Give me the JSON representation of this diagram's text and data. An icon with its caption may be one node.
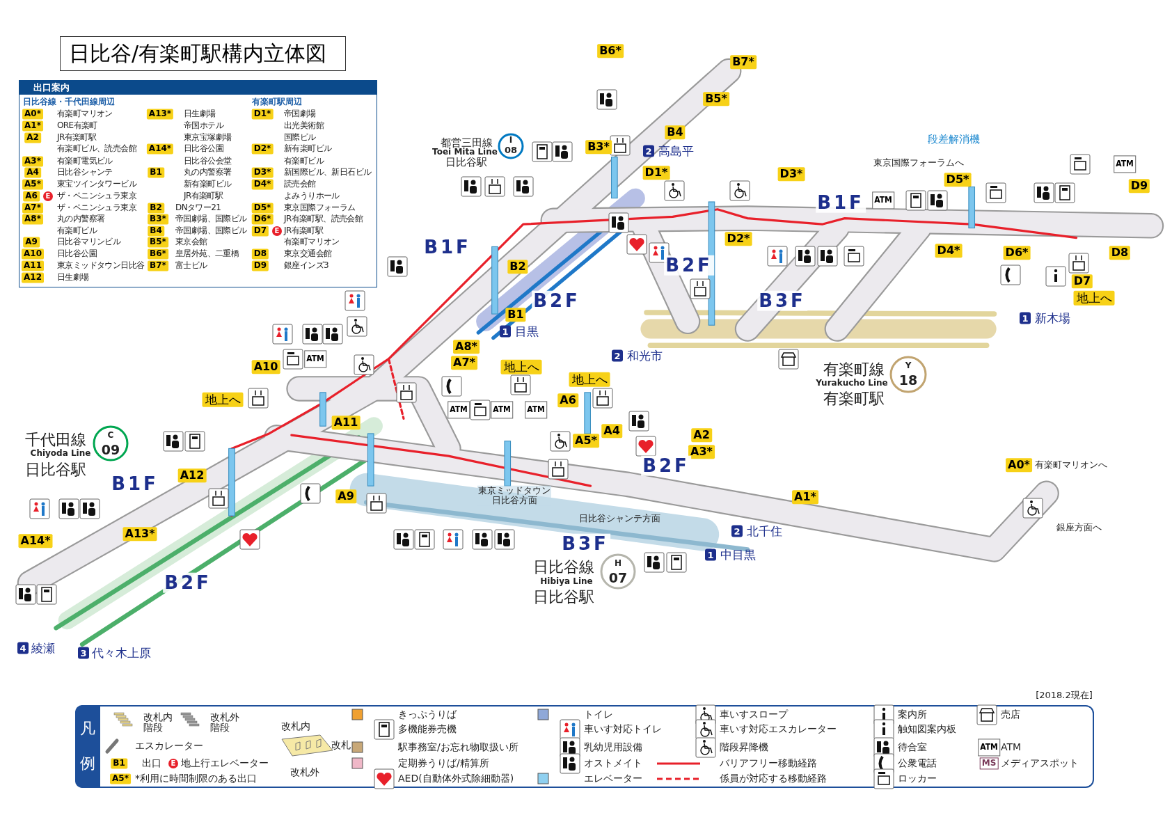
{
  "diagram": {
    "title": "日比谷/有楽町駅構内立体図",
    "labels": [
      "出口案内",
      "日比谷線・千代田線周辺",
      "有楽町駅周辺",
      "A0*",
      "有楽町マリオン",
      "A13*",
      "日生劇場",
      "D1*",
      "帝国劇場",
      "A1*",
      "ORE有楽町",
      "帝国ホテル",
      "出光美術館",
      "A2",
      "JR有楽町駅",
      "東京宝塚劇場",
      "国際ビル",
      "有楽町ビル、読売会館",
      "A14*",
      "日比谷公園",
      "D2*",
      "新有楽町ビル",
      "A3*",
      "有楽町電気ビル",
      "日比谷公会堂",
      "有楽町ビル",
      "A4",
      "日比谷シャンテ",
      "B1",
      "丸の内警察署",
      "D3*",
      "新国際ビル、新日石ビル",
      "A5*",
      "東宝ツインタワービル",
      "新有楽町ビル",
      "D4*",
      "読売会館",
      "A6",
      "E",
      "ザ・ペニンシュラ東京",
      "JR有楽町駅",
      "よみうりホール",
      "A7*",
      "ザ・ペニンシュラ東京",
      "B2",
      "DNタワー21",
      "D5*",
      "東京国際フォーラム",
      "A8*",
      "丸の内警察署",
      "B3*",
      "帝国劇場、国際ビル",
      "D6*",
      "JR有楽町駅、読売会館",
      "有楽町ビル",
      "B4",
      "帝国劇場、国際ビル",
      "D7",
      "E",
      "JR有楽町駅",
      "A9",
      "日比谷マリンビル",
      "B5*",
      "東京会館",
      "有楽町マリオン",
      "A10",
      "日比谷公園",
      "B6*",
      "皇居外苑、二重橋",
      "D8",
      "東京交通会館",
      "A11",
      "東京ミッドタウン日比谷",
      "B7*",
      "富士ビル",
      "D9",
      "銀座インズ3",
      "A12",
      "日生劇場",
      "B6*",
      "B7*",
      "B5*",
      "都営三田線",
      "Toei Mita Line",
      "日比谷駅",
      "I",
      "08",
      "B4",
      "B3*",
      "2",
      "高島平",
      "D1*",
      "D3*",
      "段差解消機",
      "東京国際フォーラムへ",
      "D5*",
      "ATM",
      "D9",
      "ATM",
      "B1F",
      "D2*",
      "B1F",
      "D4*",
      "D6*",
      "D8",
      "B2F",
      "B2",
      "D7",
      "B2F",
      "B3F",
      "地上へ",
      "B1",
      "1",
      "新木場",
      "1",
      "目黒",
      "A8*",
      "2",
      "和光市",
      "A7*",
      "ATM",
      "A10",
      "地上へ",
      "地上へ",
      "有楽町線",
      "Y",
      "Yurakucho Line",
      "18",
      "地上へ",
      "ATM",
      "ATM",
      "ATM",
      "A6",
      "有楽町駅",
      "千代田線",
      "C",
      "A11",
      "A4",
      "A2",
      "Chiyoda Line",
      "09",
      "A5*",
      "A3*",
      "日比谷駅",
      "A12",
      "B2F",
      "A0*",
      "有楽町マリオンへ",
      "B1F",
      "A9",
      "東京ミッドタウン日比谷方面",
      "A1*",
      "日比谷シャンテ方面",
      "A14*",
      "A13*",
      "2",
      "北千住",
      "銀座方面へ",
      "B3F",
      "1",
      "中目黒",
      "日比谷線",
      "H",
      "Hibiya Line",
      "07",
      "B2F",
      "日比谷駅",
      "4",
      "綾瀬",
      "3",
      "代々木上原",
      "[2018.2現在]",
      "凡例",
      "改札内",
      "改札",
      "改札外",
      "B1",
      "E",
      "A5*",
      "ATM",
      "MS"
    ],
    "legend": [
      {
        "text": "改札内階段"
      },
      {
        "text": "改札外階段"
      },
      {
        "text": "エスカレーター"
      },
      {
        "text": "出口"
      },
      {
        "text": "地上行エレベーター"
      },
      {
        "text": "*利用に時間制限のある出口"
      },
      {
        "text": "きっぷうりば"
      },
      {
        "text": "多機能券売機"
      },
      {
        "text": "駅事務室/お忘れ物取扱い所"
      },
      {
        "text": "定期券うりば/精算所"
      },
      {
        "text": "AED(自動体外式除細動器)"
      },
      {
        "text": "トイレ"
      },
      {
        "text": "車いす対応トイレ"
      },
      {
        "text": "乳幼児用設備"
      },
      {
        "text": "オストメイト"
      },
      {
        "text": "エレベーター"
      },
      {
        "text": "車いすスロープ"
      },
      {
        "text": "車いす対応エスカレーター"
      },
      {
        "text": "階段昇降機"
      },
      {
        "text": "バリアフリー移動経路"
      },
      {
        "text": "係員が対応する移動経路"
      },
      {
        "text": "案内所"
      },
      {
        "text": "触知図案内板"
      },
      {
        "text": "待合室"
      },
      {
        "text": "公衆電話"
      },
      {
        "text": "ロッカー"
      },
      {
        "text": "売店"
      },
      {
        "text": "ATM"
      },
      {
        "text": "メディアスポット"
      }
    ]
  }
}
